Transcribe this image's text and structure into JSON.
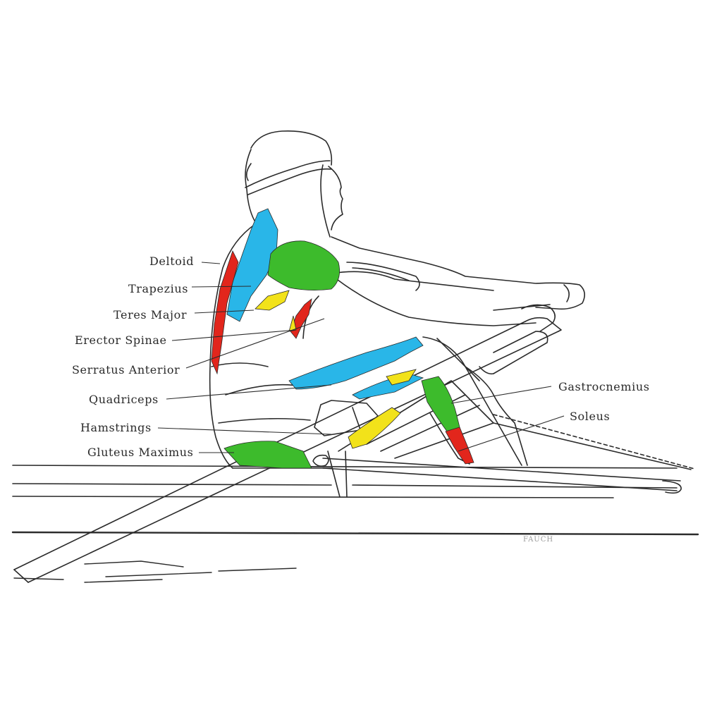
{
  "labels": {
    "deltoid": "Deltoid",
    "trapezius": "Trapezius",
    "teres_major": "Teres Major",
    "erector_spinae": "Erector Spinae",
    "serratus_anterior": "Serratus Anterior",
    "quadriceps": "Quadriceps",
    "hamstrings": "Hamstrings",
    "gluteus_maximus": "Gluteus Maximus",
    "gastrocnemius": "Gastrocnemius",
    "soleus": "Soleus"
  },
  "signature": "FAUCH",
  "colors": {
    "blue": "#29b6e8",
    "green": "#3dbb2c",
    "red": "#e2261c",
    "yellow": "#f2e21a",
    "outline": "#2b2b2b"
  }
}
